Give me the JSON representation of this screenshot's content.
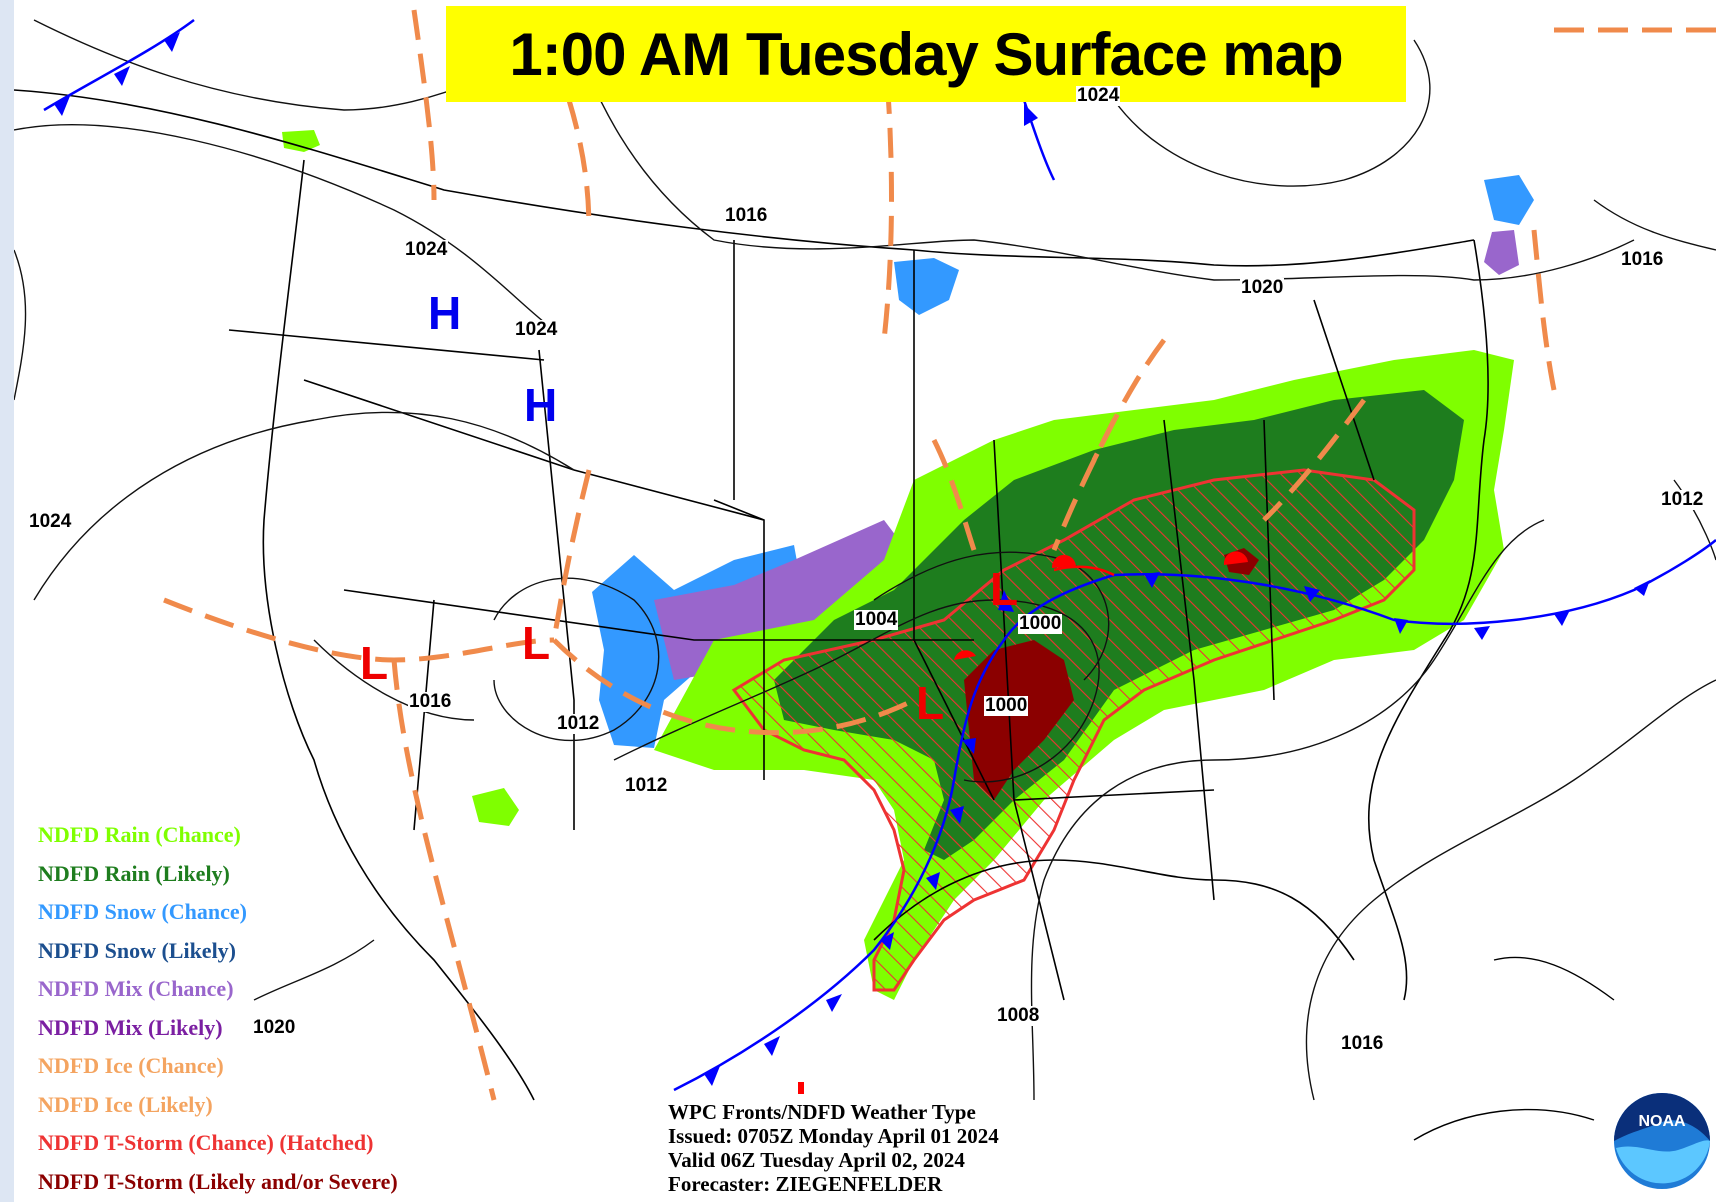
{
  "title": "1:00 AM Tuesday Surface map",
  "colors": {
    "rain_chance": "#7fff00",
    "rain_likely": "#1e7d1e",
    "snow_chance": "#3399ff",
    "snow_likely": "#1c4f8f",
    "mix_chance": "#9966cc",
    "mix_likely": "#7b1fa2",
    "ice_chance": "#f4a460",
    "ice_likely": "#f4a460",
    "tstorm_chance": "#ee3333",
    "tstorm_likely": "#8b0000",
    "cold_front": "#0000ff",
    "warm_front": "#ff0000",
    "trough": "#f08a4b",
    "high": "#0000ee",
    "low": "#ee0000"
  },
  "isobar_labels": [
    "1016",
    "1024",
    "1024",
    "1024",
    "1004",
    "1000",
    "1000",
    "1016",
    "1012",
    "1012",
    "1020",
    "1016",
    "1012",
    "1008",
    "1016",
    "1020",
    "1024"
  ],
  "pressure_centers": [
    {
      "symbol": "H",
      "kind": "high"
    },
    {
      "symbol": "H",
      "kind": "high"
    },
    {
      "symbol": "L",
      "kind": "low"
    },
    {
      "symbol": "L",
      "kind": "low"
    },
    {
      "symbol": "L",
      "kind": "low"
    },
    {
      "symbol": "L",
      "kind": "low"
    }
  ],
  "legend": [
    {
      "label": "NDFD Rain (Chance)",
      "color": "#7fff00"
    },
    {
      "label": "NDFD Rain (Likely)",
      "color": "#1e7d1e"
    },
    {
      "label": "NDFD Snow (Chance)",
      "color": "#3399ff"
    },
    {
      "label": "NDFD Snow (Likely)",
      "color": "#1c4f8f"
    },
    {
      "label": "NDFD Mix (Chance)",
      "color": "#9966cc"
    },
    {
      "label": "NDFD Mix (Likely)",
      "color": "#7b1fa2"
    },
    {
      "label": "NDFD Ice (Chance)",
      "color": "#f4a460"
    },
    {
      "label": "NDFD Ice (Likely)",
      "color": "#f4a460"
    },
    {
      "label": "NDFD T-Storm (Chance) (Hatched)",
      "color": "#ee3333"
    },
    {
      "label": "NDFD T-Storm (Likely and/or Severe)",
      "color": "#8b0000"
    }
  ],
  "issuance": {
    "line1": "WPC Fronts/NDFD Weather Type",
    "line2": "Issued: 0705Z Monday April 01 2024",
    "line3": "Valid 06Z Tuesday April 02, 2024",
    "line4": "Forecaster: ZIEGENFELDER"
  },
  "logo_text": "NOAA"
}
